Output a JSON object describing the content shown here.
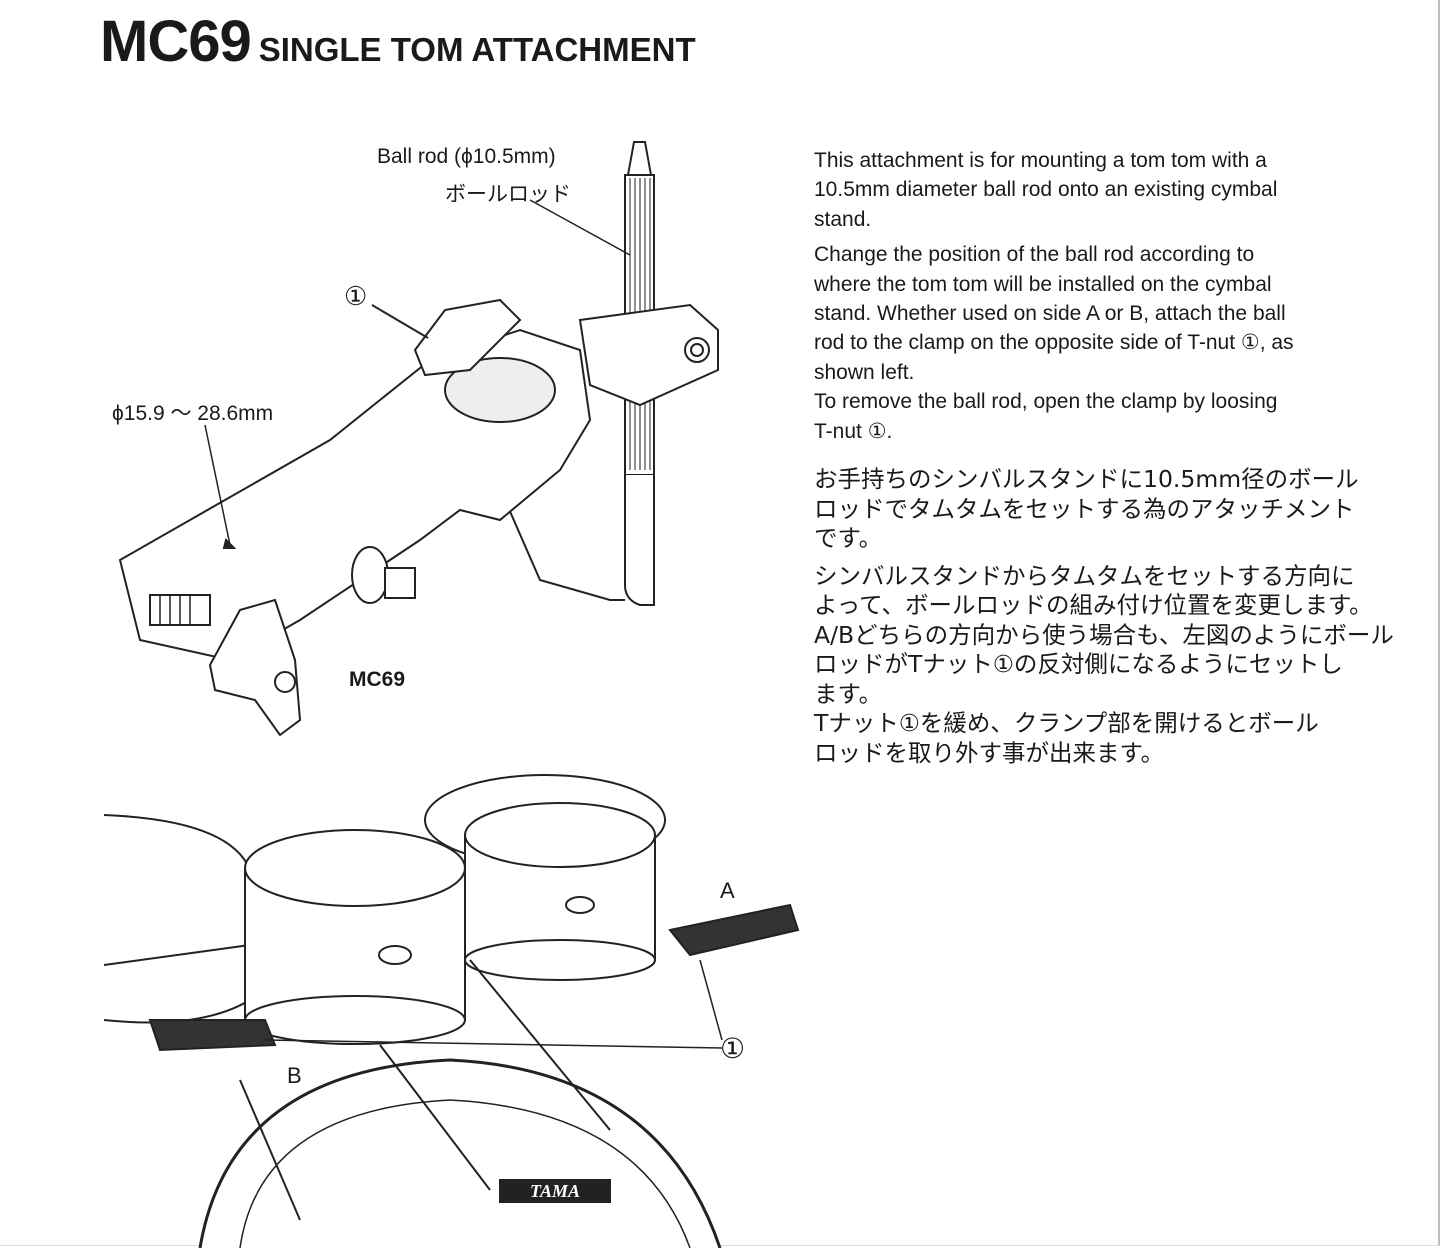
{
  "title": {
    "model": "MC69",
    "subtitle": "SINGLE TOM ATTACHMENT"
  },
  "diagram_top": {
    "ball_rod_label": "Ball rod (ϕ10.5mm)",
    "ball_rod_label_ja": "ボールロッド",
    "tnut_callout": "①",
    "clamp_range_label": "ϕ15.9 〜 28.6mm",
    "model_caption": "MC69"
  },
  "diagram_bottom": {
    "side_a": "A",
    "side_b": "B",
    "tnut_callout": "①",
    "brand_logo": "TAMA"
  },
  "text_en": [
    [
      "This attachment is for mounting a tom tom with a",
      "10.5mm diameter ball rod onto an existing cymbal",
      "stand."
    ],
    [
      "Change the position of the ball rod according to",
      "where the tom tom will be installed on the cymbal",
      "stand. Whether used on side A or B, attach the ball",
      "rod to the clamp on the opposite side of T-nut ①, as",
      "shown left.",
      "To remove the ball rod, open the clamp by loosing",
      "T-nut ①."
    ]
  ],
  "text_ja": [
    [
      "お手持ちのシンバルスタンドに10.5mm径のボール",
      "ロッドでタムタムをセットする為のアタッチメント",
      "です。"
    ],
    [
      "シンバルスタンドからタムタムをセットする方向に",
      "よって、ボールロッドの組み付け位置を変更します。",
      "A/Bどちらの方向から使う場合も、左図のようにボール",
      "ロッドがTナット①の反対側になるようにセットし",
      "ます。",
      "Tナット①を緩め、クランプ部を開けるとボール",
      "ロッドを取り外す事が出来ます。"
    ]
  ]
}
